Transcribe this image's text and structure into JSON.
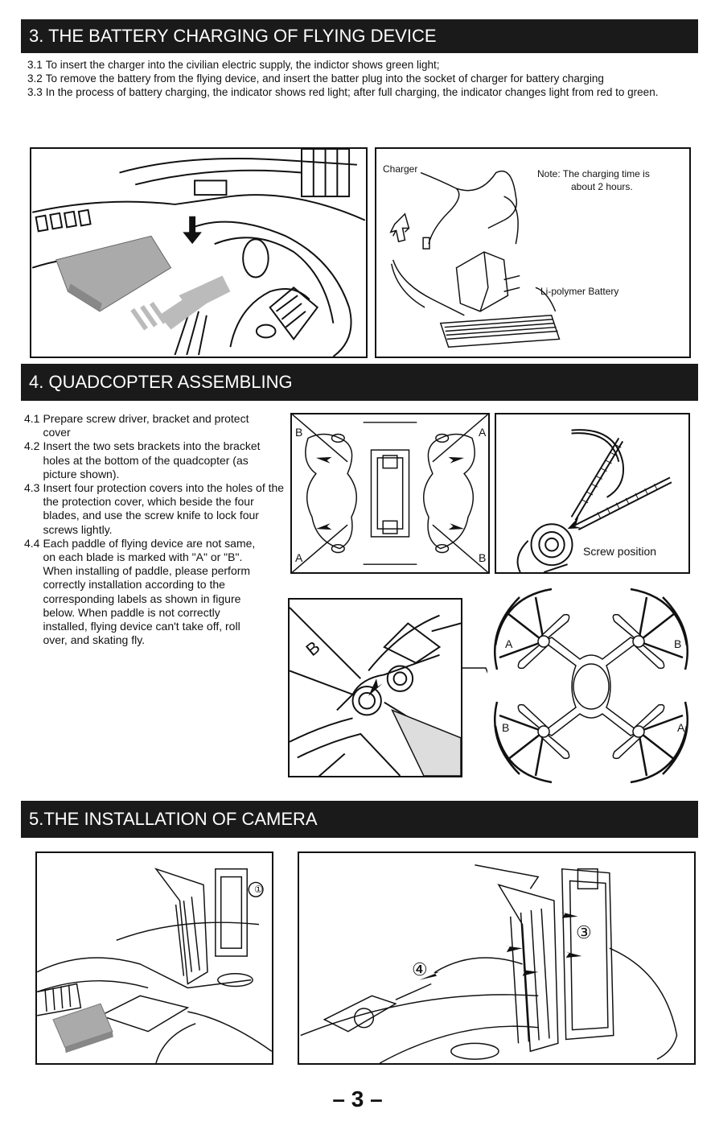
{
  "section3": {
    "title": "3. THE BATTERY CHARGING OF FLYING DEVICE",
    "steps": [
      {
        "num": "3.1",
        "text": "To insert the charger into the civilian electric supply, the indictor shows green light;"
      },
      {
        "num": "3.2",
        "text": "To remove the battery from the flying device, and insert the batter plug into the socket of charger for battery charging"
      },
      {
        "num": "3.3",
        "text": "In the process of battery charging, the indicator shows red light; after full charging, the indicator changes light from red to green."
      }
    ],
    "figure_charger": {
      "label_charger": "Charger",
      "note_line1": "Note: The charging time is",
      "note_line2": "about 2 hours.",
      "label_battery": "Li-polymer Battery"
    }
  },
  "section4": {
    "title": "4. QUADCOPTER ASSEMBLING",
    "steps": [
      {
        "num": "4.1",
        "text": "Prepare screw driver, bracket and protect cover"
      },
      {
        "num": "4.2",
        "text": "Insert the two sets brackets into the bracket holes at the bottom of the quadcopter (as picture shown)."
      },
      {
        "num": "4.3",
        "text": "Insert four protection covers into the holes of the the protection cover, which beside the four blades, and  use the screw knife to lock four screws lightly."
      },
      {
        "num": "4.4",
        "text": "Each paddle of flying device are not same, on each blade is marked with \"A\" or \"B\". When installing of paddle, please perform correctly installation according to the corresponding labels as shown in figure  below. When paddle is not correctly  installed, flying device can't take off, roll over, and skating fly."
      }
    ],
    "figure_brackets": {
      "tl": "B",
      "tr": "A",
      "bl": "A",
      "br": "B"
    },
    "figure_screw": {
      "label": "Screw position"
    },
    "figure_paddle": {
      "mark": "B"
    },
    "figure_quad": {
      "tl": "A",
      "tr": "B",
      "bl": "B",
      "br": "A"
    }
  },
  "section5": {
    "title": "5.THE INSTALLATION OF CAMERA",
    "figure_camera_1": {
      "step": "①"
    },
    "figure_camera_2": {
      "step_a": "③",
      "step_b": "④"
    }
  },
  "page_number": "– 3 –"
}
